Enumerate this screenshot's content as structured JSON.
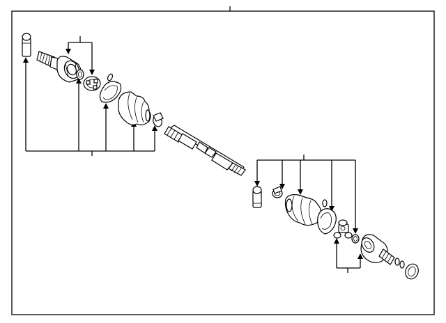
{
  "diagram": {
    "labels": [],
    "parts": [
      "left-boot-band-small",
      "left-outer-cv-joint",
      "left-snap-ring",
      "left-bearing-cage",
      "left-boot-clamp",
      "left-cv-boot",
      "left-small-boot-clamp",
      "center-axle-shaft",
      "right-boot-band-small",
      "right-boot-clamp-small",
      "right-cv-boot",
      "right-boot-clamp-large",
      "right-tripod-joint",
      "right-snap-ring",
      "right-inner-cv-housing",
      "right-seal-ring"
    ]
  }
}
